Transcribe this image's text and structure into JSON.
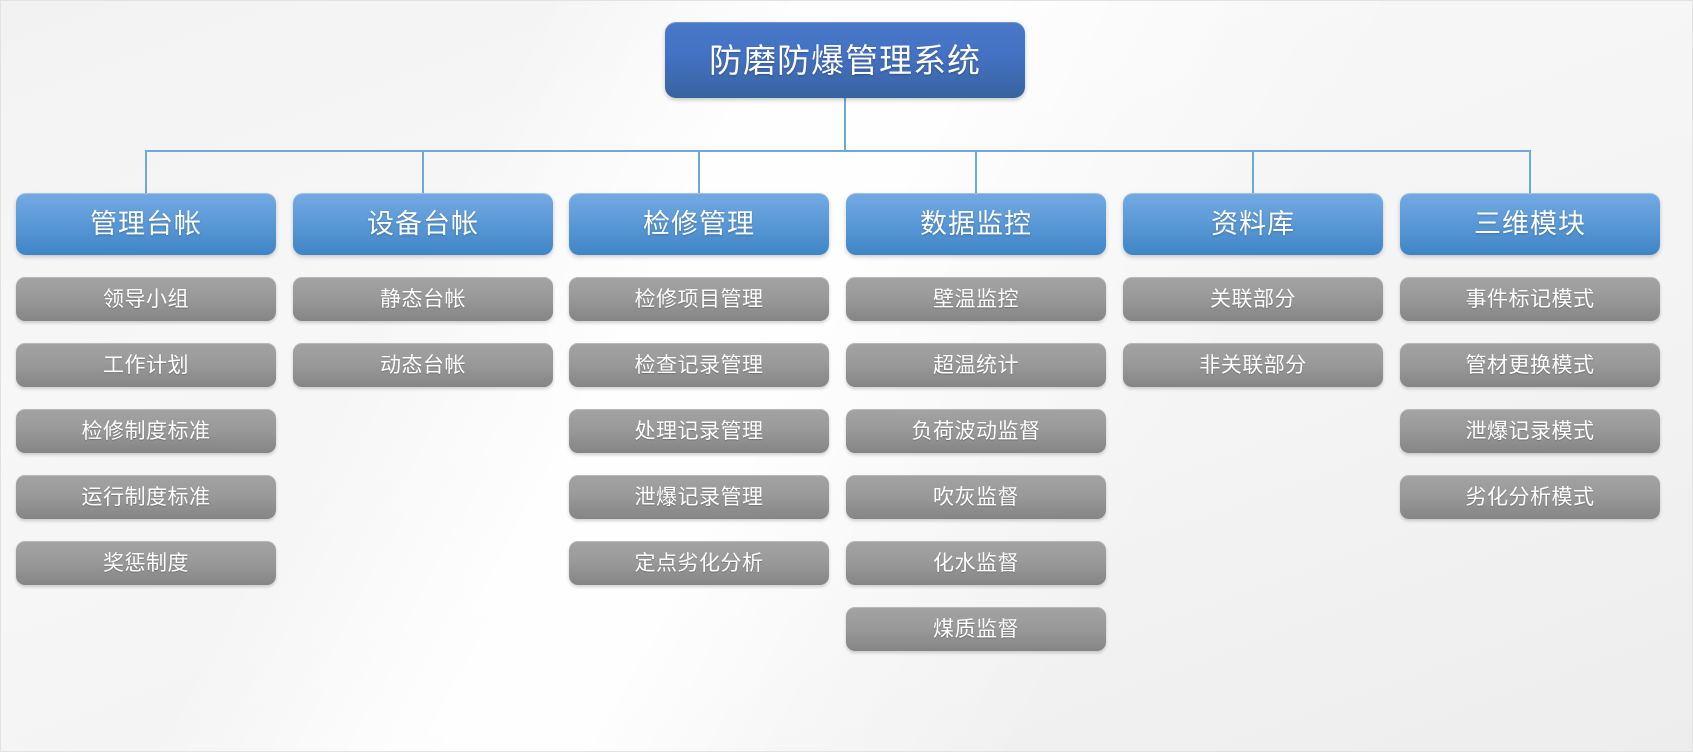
{
  "diagram": {
    "type": "organizational-tree",
    "root": {
      "label": "防磨防爆管理系统",
      "color": "#4472c4",
      "text_color": "#ffffff"
    },
    "connector_color": "#6fa8dc",
    "background_color": "#f5f5f5",
    "branch_color": "#5f9cd9",
    "leaf_color": "#9a9a9a",
    "branches": [
      {
        "label": "管理台帐",
        "children": [
          {
            "label": "领导小组"
          },
          {
            "label": "工作计划"
          },
          {
            "label": "检修制度标准"
          },
          {
            "label": "运行制度标准"
          },
          {
            "label": "奖惩制度"
          }
        ]
      },
      {
        "label": "设备台帐",
        "children": [
          {
            "label": "静态台帐"
          },
          {
            "label": "动态台帐"
          }
        ]
      },
      {
        "label": "检修管理",
        "children": [
          {
            "label": "检修项目管理"
          },
          {
            "label": "检查记录管理"
          },
          {
            "label": "处理记录管理"
          },
          {
            "label": "泄爆记录管理"
          },
          {
            "label": "定点劣化分析"
          }
        ]
      },
      {
        "label": "数据监控",
        "children": [
          {
            "label": "壁温监控"
          },
          {
            "label": "超温统计"
          },
          {
            "label": "负荷波动监督"
          },
          {
            "label": "吹灰监督"
          },
          {
            "label": "化水监督"
          },
          {
            "label": "煤质监督"
          }
        ]
      },
      {
        "label": "资料库",
        "children": [
          {
            "label": "关联部分"
          },
          {
            "label": "非关联部分"
          }
        ]
      },
      {
        "label": "三维模块",
        "children": [
          {
            "label": "事件标记模式"
          },
          {
            "label": "管材更换模式"
          },
          {
            "label": "泄爆记录模式"
          },
          {
            "label": "劣化分析模式"
          }
        ]
      }
    ]
  }
}
